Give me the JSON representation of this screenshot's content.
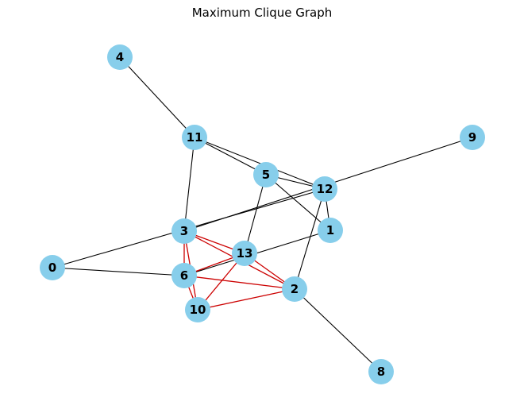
{
  "title": "Maximum Clique Graph",
  "colors": {
    "node_fill": "#87CEEB",
    "edge_default": "#000000",
    "edge_clique": "#CC0000",
    "label": "#000000"
  },
  "nodes": [
    "0",
    "1",
    "2",
    "3",
    "4",
    "5",
    "6",
    "8",
    "9",
    "10",
    "11",
    "12",
    "13"
  ],
  "edges": [
    {
      "source": "4",
      "target": "11",
      "in_clique": false
    },
    {
      "source": "11",
      "target": "5",
      "in_clique": false
    },
    {
      "source": "11",
      "target": "12",
      "in_clique": false
    },
    {
      "source": "11",
      "target": "3",
      "in_clique": false
    },
    {
      "source": "5",
      "target": "12",
      "in_clique": false
    },
    {
      "source": "5",
      "target": "1",
      "in_clique": false
    },
    {
      "source": "5",
      "target": "13",
      "in_clique": false
    },
    {
      "source": "12",
      "target": "1",
      "in_clique": false
    },
    {
      "source": "12",
      "target": "2",
      "in_clique": false
    },
    {
      "source": "9",
      "target": "3",
      "in_clique": false
    },
    {
      "source": "0",
      "target": "12",
      "in_clique": false
    },
    {
      "source": "0",
      "target": "6",
      "in_clique": false
    },
    {
      "source": "1",
      "target": "6",
      "in_clique": false
    },
    {
      "source": "2",
      "target": "8",
      "in_clique": false
    },
    {
      "source": "3",
      "target": "13",
      "in_clique": true
    },
    {
      "source": "3",
      "target": "6",
      "in_clique": true
    },
    {
      "source": "3",
      "target": "10",
      "in_clique": true
    },
    {
      "source": "3",
      "target": "2",
      "in_clique": true
    },
    {
      "source": "6",
      "target": "13",
      "in_clique": true
    },
    {
      "source": "6",
      "target": "10",
      "in_clique": true
    },
    {
      "source": "6",
      "target": "2",
      "in_clique": true
    },
    {
      "source": "13",
      "target": "10",
      "in_clique": true
    },
    {
      "source": "13",
      "target": "2",
      "in_clique": true
    },
    {
      "source": "10",
      "target": "2",
      "in_clique": true
    }
  ]
}
